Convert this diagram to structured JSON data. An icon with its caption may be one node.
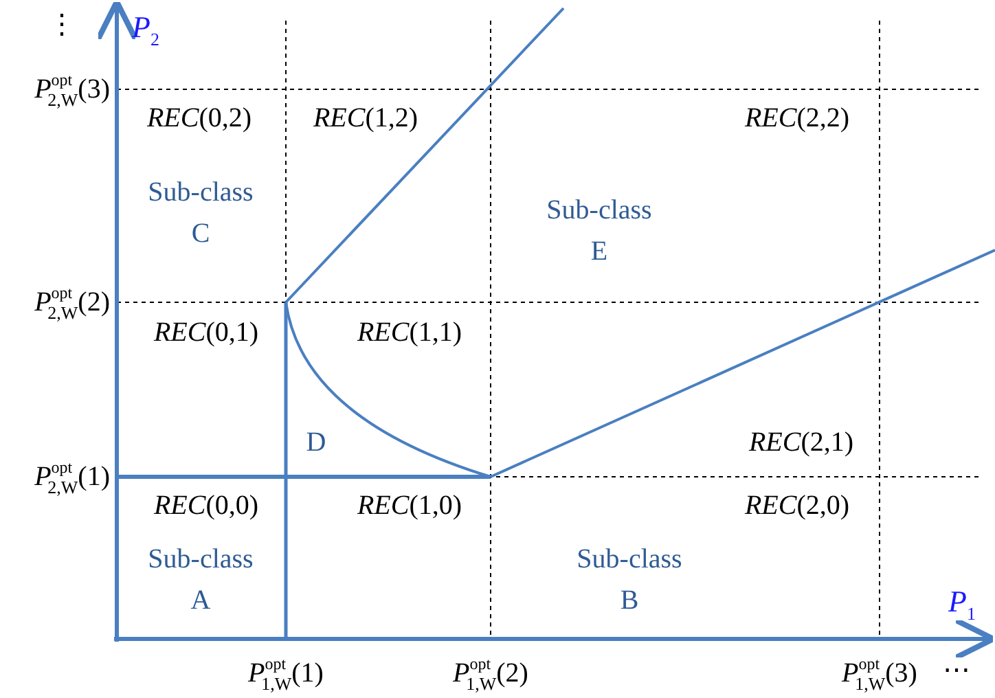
{
  "diagram": {
    "labels": [
      "⋮",
      "*P*$_{2}$",
      "*P*$^{opt}$$_{2,W}$(3)",
      "*REC*(0,2)",
      "*REC*(1,2)",
      "*REC*(2,2)",
      "Sub-class C",
      "Sub-class E",
      "*P*$^{opt}$$_{2,W}$(2)",
      "*REC*(0,1)",
      "*REC*(1,1)",
      "D",
      "*REC*(2,1)",
      "*P*$^{opt}$$_{2,W}$(1)",
      "*REC*(0,0)",
      "*REC*(1,0)",
      "*REC*(2,0)",
      "Sub-class A",
      "Sub-class B",
      "*P*$_{1}$",
      "*P*$^{opt}$$_{1,W}$(1)",
      "*P*$^{opt}$$_{1,W}$(2)",
      "*P*$^{opt}$$_{1,W}$(3)",
      "⋯"
    ]
  }
}
